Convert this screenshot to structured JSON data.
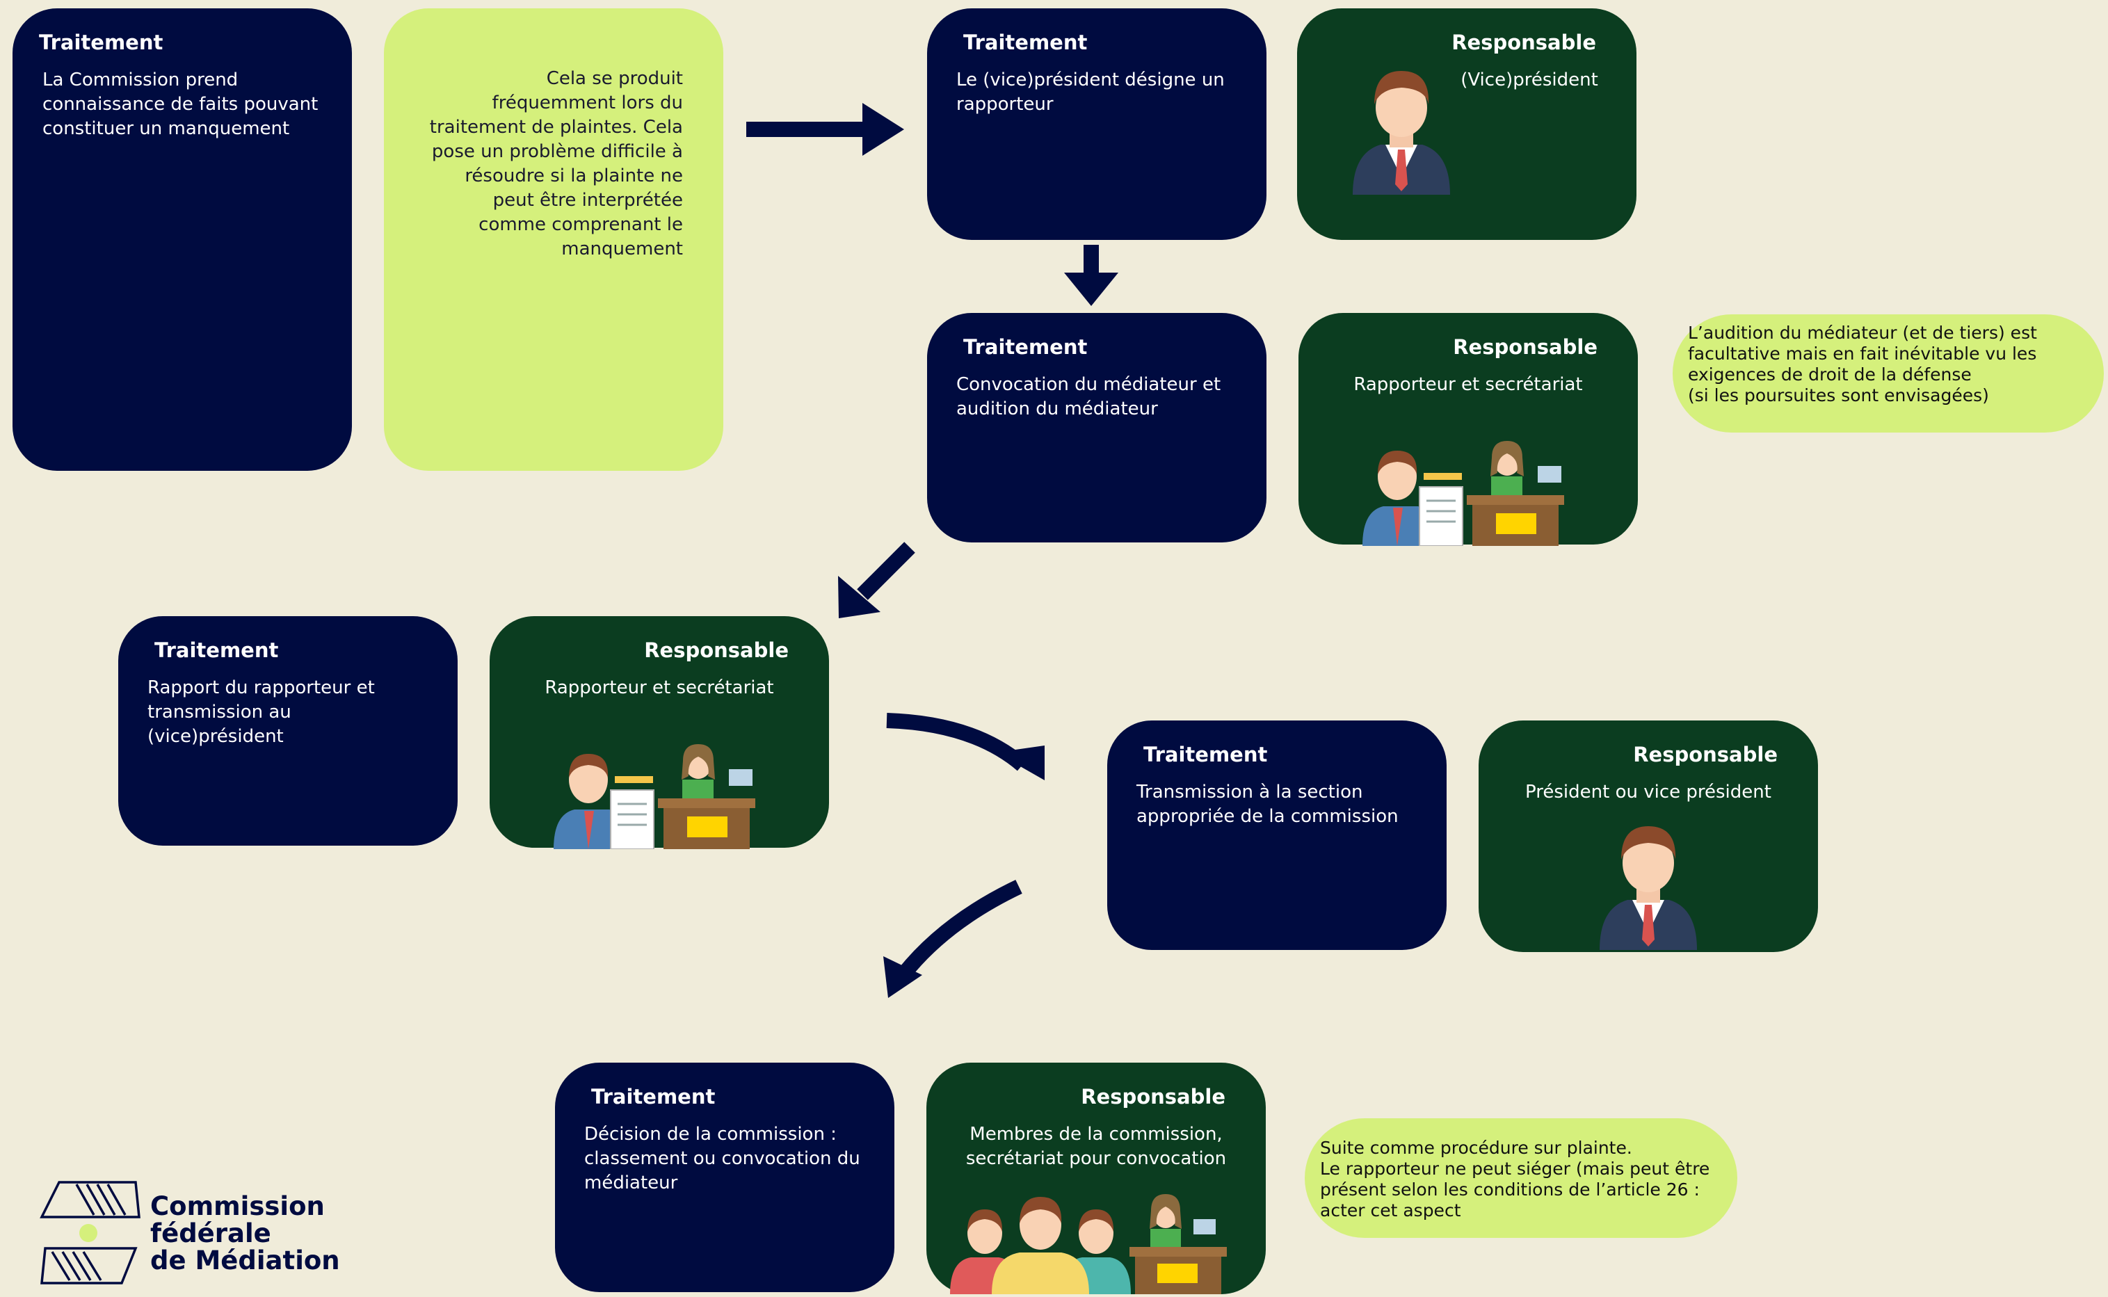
{
  "labels": {
    "traitement": "Traitement",
    "responsable": "Responsable"
  },
  "steps": [
    {
      "traitement": "La Commission prend connaissance de faits pouvant constituer un manquement"
    },
    {
      "traitement": "Le (vice)président désigne un rapporteur",
      "responsable": "(Vice)président"
    },
    {
      "traitement": "Convocation du médiateur et audition du médiateur",
      "responsable": "Rapporteur et secrétariat"
    },
    {
      "traitement": "Rapport du rapporteur et transmission au (vice)président",
      "responsable": "Rapporteur et secrétariat"
    },
    {
      "traitement": "Transmission à la section appropriée de la commission",
      "responsable": "Président ou vice président"
    },
    {
      "traitement": "Décision de la commission : classement ou convocation du médiateur",
      "responsable": "Membres de la commission, secrétariat pour convocation"
    }
  ],
  "notes": [
    {
      "text": "Cela se produit fréquemment lors du traitement de plaintes. Cela pose un problème difficile à résoudre si la plainte ne peut être interprétée comme comprenant le manquement"
    },
    {
      "lines": [
        "L’audition du médiateur (et de tiers) est",
        "facultative mais en fait inévitable vu les",
        "exigences de droit de la défense",
        "(si les poursuites sont envisagées)"
      ]
    },
    {
      "lines": [
        "Suite comme procédure sur plainte.",
        "Le rapporteur ne peut siéger (mais peut être",
        "présent selon les conditions de l’article 26 :",
        "acter cet aspect"
      ]
    }
  ],
  "logo": {
    "line1": "Commission",
    "line2": "fédérale",
    "line3": "de Médiation"
  },
  "colors": {
    "background": "#f0ecda",
    "navy": "#000b40",
    "green": "#0b3d20",
    "lime": "#d5f07c"
  },
  "icons": [
    "president-icon",
    "rapporteur-secretariat-icon",
    "commission-members-icon",
    "arrow-icon",
    "logo-icon"
  ]
}
